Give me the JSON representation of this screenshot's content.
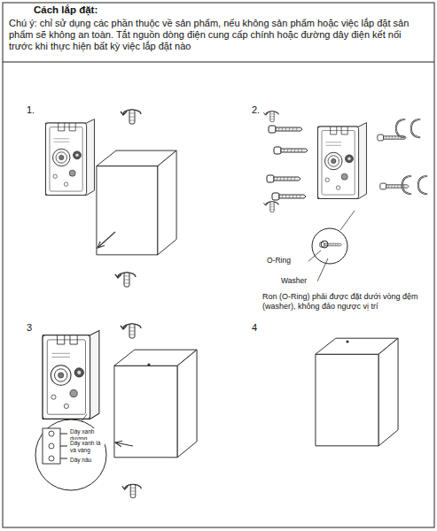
{
  "diagram": {
    "title": "Cách lắp đặt:",
    "labels": [
      "Chú ý: chỉ sử dụng các phần thuộc về sản phẩm, nếu không sản phẩm hoặc việc lắp đặt sản phẩm sẽ không an toàn. Tắt nguồn dòng điện cung cấp chính hoặc đường dây điện kết nối trước khi thực hiện bất kỳ việc lắp đặt nào",
      "1.",
      "2.",
      "O-Ring",
      "Washer",
      "Ron (O-Ring) phải được đặt dưới vòng đệm (washer), không đảo ngược vị trí",
      "3",
      "Dây xanh dương",
      "Dây xanh lá và vàng",
      "Dây nâu",
      "4"
    ]
  }
}
